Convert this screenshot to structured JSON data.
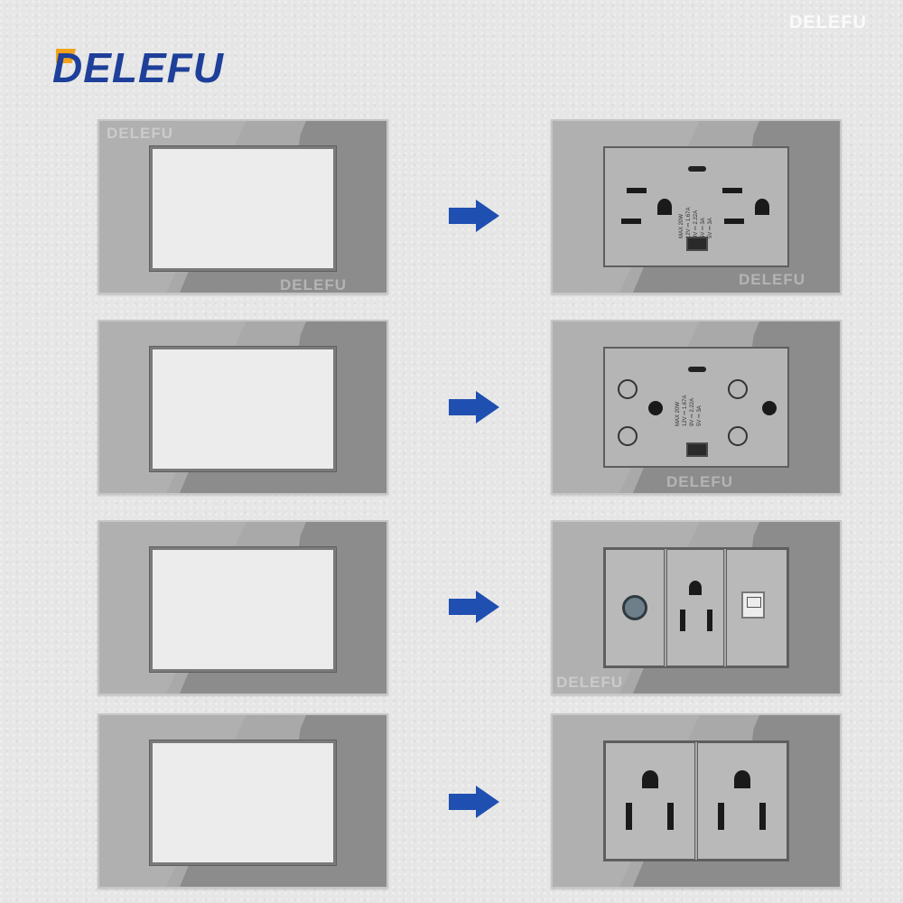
{
  "brand": {
    "logo_text": "DELEFU",
    "watermark": "DELEFU",
    "color": "#1e3f9a",
    "flag_color": "#f2a21a"
  },
  "arrow_color": "#1f4fb0",
  "rows": [
    {
      "frame": "empty frame",
      "product": "dual outlet with USB",
      "spec_lines": [
        "MAX 20W",
        "12V ⎓ 1.67A",
        "9V ⎓ 2.22A",
        "5V ⎓ 3A",
        "5V ⎓ 3A"
      ]
    },
    {
      "frame": "empty frame",
      "product": "dual universal outlet with USB",
      "spec_lines": [
        "MAX 20W",
        "12V ⎓ 1.67A",
        "9V ⎓ 2.22A",
        "5V ⎓ 3A"
      ]
    },
    {
      "frame": "empty frame",
      "product": "tv + outlet + data module"
    },
    {
      "frame": "empty frame",
      "product": "double 3-pin outlet"
    }
  ]
}
